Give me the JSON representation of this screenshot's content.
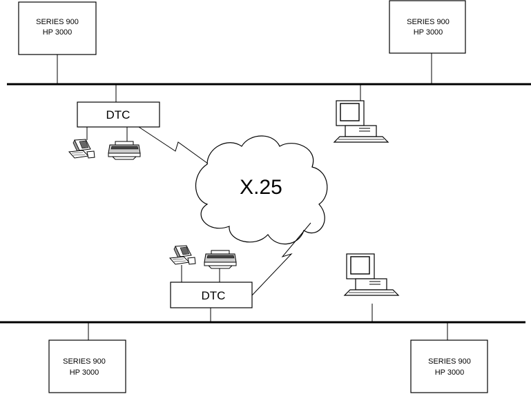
{
  "hosts": [
    {
      "line1": "SERIES 900",
      "line2": "HP 3000"
    },
    {
      "line1": "SERIES 900",
      "line2": "HP 3000"
    },
    {
      "line1": "SERIES 900",
      "line2": "HP 3000"
    },
    {
      "line1": "SERIES 900",
      "line2": "HP 3000"
    }
  ],
  "dtcs": [
    {
      "label": "DTC"
    },
    {
      "label": "DTC"
    }
  ],
  "network": {
    "label": "X.25"
  },
  "icons": {
    "workstation": "desktop-computer-icon",
    "terminal": "terminal-icon",
    "printer": "printer-icon"
  }
}
